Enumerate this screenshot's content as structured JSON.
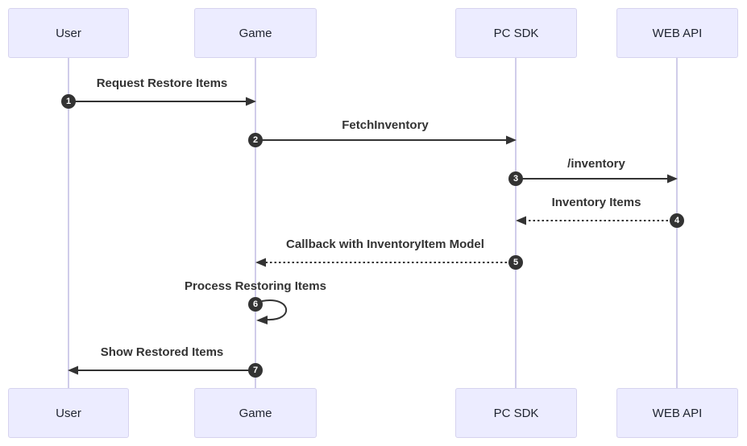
{
  "diagram": {
    "type": "sequence-diagram",
    "participants": [
      {
        "label": "User"
      },
      {
        "label": "Game"
      },
      {
        "label": "PC SDK"
      },
      {
        "label": "WEB API"
      }
    ],
    "messages": [
      {
        "num": "1",
        "label": "Request Restore Items",
        "from": "User",
        "to": "Game",
        "line": "solid"
      },
      {
        "num": "2",
        "label": "FetchInventory",
        "from": "Game",
        "to": "PC SDK",
        "line": "solid"
      },
      {
        "num": "3",
        "label": "/inventory",
        "from": "PC SDK",
        "to": "WEB API",
        "line": "solid"
      },
      {
        "num": "4",
        "label": "Inventory Items",
        "from": "WEB API",
        "to": "PC SDK",
        "line": "dashed"
      },
      {
        "num": "5",
        "label": "Callback with InventoryItem Model",
        "from": "PC SDK",
        "to": "Game",
        "line": "dashed"
      },
      {
        "num": "6",
        "label": "Process Restoring Items",
        "from": "Game",
        "to": "Game",
        "line": "self-loop"
      },
      {
        "num": "7",
        "label": "Show Restored Items",
        "from": "Game",
        "to": "User",
        "line": "solid"
      }
    ],
    "colors": {
      "participant_fill": "#ECECFF",
      "participant_border": "#D6D3EF",
      "lifeline": "#C8C4E6",
      "arrow": "#333333",
      "number_badge_bg": "#333333",
      "number_badge_text": "#FFFFFF",
      "message_text": "#333333",
      "background": "#FFFFFF"
    }
  }
}
